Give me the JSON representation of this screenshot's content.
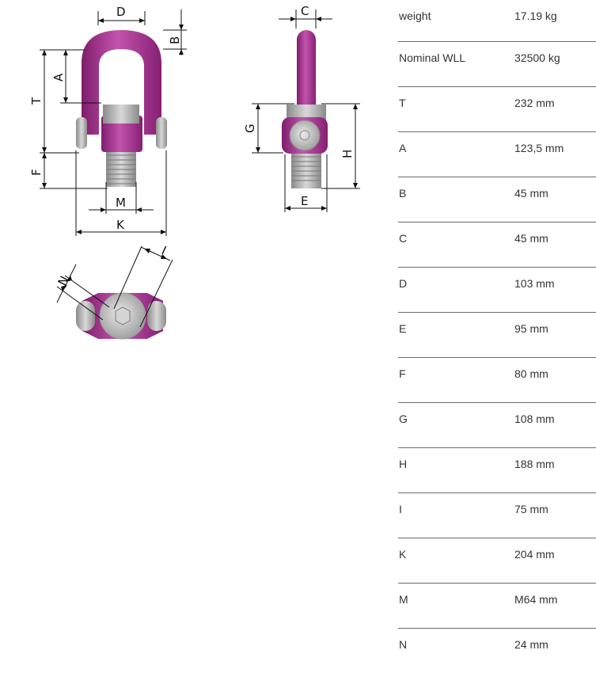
{
  "drawing": {
    "colors": {
      "purple": "#9a2a86",
      "purple_light": "#c45ab0",
      "steel": "#a9a9a9",
      "steel_dark": "#7d7d7d"
    },
    "front_view_labels": {
      "D": "D",
      "B": "B",
      "A": "A",
      "T": "T",
      "F": "F",
      "M": "M",
      "K": "K"
    },
    "side_view_labels": {
      "C": "C",
      "G": "G",
      "H": "H",
      "E": "E"
    },
    "top_view_labels": {
      "N": "N",
      "I": "I"
    }
  },
  "specs": [
    {
      "label": "weight",
      "value": "17.19 kg"
    },
    {
      "label": "Nominal WLL",
      "value": "32500 kg"
    },
    {
      "label": "T",
      "value": "232 mm"
    },
    {
      "label": "A",
      "value": "123,5 mm"
    },
    {
      "label": "B",
      "value": "45 mm"
    },
    {
      "label": "C",
      "value": "45 mm"
    },
    {
      "label": "D",
      "value": "103 mm"
    },
    {
      "label": "E",
      "value": "95 mm"
    },
    {
      "label": "F",
      "value": "80 mm"
    },
    {
      "label": "G",
      "value": "108 mm"
    },
    {
      "label": "H",
      "value": "188 mm"
    },
    {
      "label": "I",
      "value": "75 mm"
    },
    {
      "label": "K",
      "value": "204 mm"
    },
    {
      "label": "M",
      "value": "M64 mm"
    },
    {
      "label": "N",
      "value": "24 mm"
    }
  ]
}
